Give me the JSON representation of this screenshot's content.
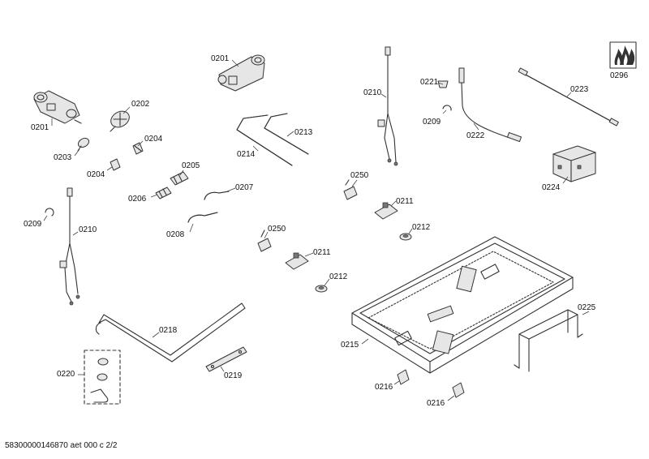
{
  "labels": {
    "p0201_a": "0201",
    "p0201_b": "0201",
    "p0202": "0202",
    "p0203": "0203",
    "p0204_a": "0204",
    "p0204_b": "0204",
    "p0205": "0205",
    "p0206": "0206",
    "p0207": "0207",
    "p0208": "0208",
    "p0209_a": "0209",
    "p0209_b": "0209",
    "p0210_a": "0210",
    "p0210_b": "0210",
    "p0211_a": "0211",
    "p0211_b": "0211",
    "p0212_a": "0212",
    "p0212_b": "0212",
    "p0213": "0213",
    "p0214": "0214",
    "p0215": "0215",
    "p0216_a": "0216",
    "p0216_b": "0216",
    "p0218": "0218",
    "p0219": "0219",
    "p0220": "0220",
    "p0221": "0221",
    "p0222": "0222",
    "p0223": "0223",
    "p0224": "0224",
    "p0225": "0225",
    "p0250_a": "0250",
    "p0250_b": "0250",
    "p0296": "0296"
  },
  "footer": "58300000146870 aet 000 c 2/2"
}
